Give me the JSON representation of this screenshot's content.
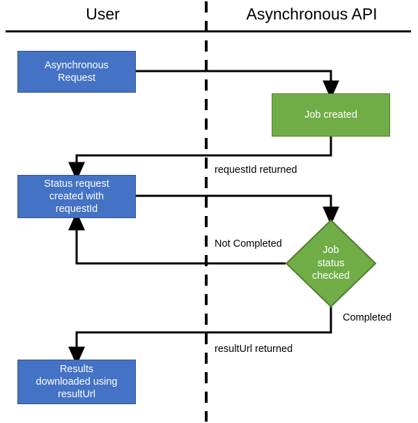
{
  "diagram": {
    "title_bar": {
      "lanes": [
        {
          "id": "user",
          "label": "User"
        },
        {
          "id": "api",
          "label": "Asynchronous API"
        }
      ]
    },
    "colors": {
      "user_node_fill": "#4472C4",
      "user_node_stroke": "#2F528F",
      "api_node_fill": "#70AD47",
      "api_node_stroke": "#507E32",
      "connector": "#000000",
      "lane_divider": "#000000",
      "background": "#FFFFFF",
      "node_text": "#FFFFFF",
      "label_text": "#000000"
    },
    "nodes": [
      {
        "id": "async-request",
        "lane": "user",
        "shape": "rect",
        "label": "Asynchronous\nRequest",
        "line1": "Asynchronous",
        "line2": "Request"
      },
      {
        "id": "job-created",
        "lane": "api",
        "shape": "rect",
        "label": "Job created",
        "line1": "Job created"
      },
      {
        "id": "status-request",
        "lane": "user",
        "shape": "rect",
        "label": "Status request created with requestId",
        "line1": "Status request",
        "line2": "created with",
        "line3": "requestId"
      },
      {
        "id": "job-status-checked",
        "lane": "api",
        "shape": "diamond",
        "label": "Job status checked",
        "line1": "Job",
        "line2": "status",
        "line3": "checked"
      },
      {
        "id": "results-downloaded",
        "lane": "user",
        "shape": "rect",
        "label": "Results downloaded using resultUrl",
        "line1": "Results",
        "line2": "downloaded using",
        "line3": "resultUrl"
      }
    ],
    "edges": [
      {
        "id": "request-to-job",
        "from": "async-request",
        "to": "job-created",
        "label": ""
      },
      {
        "id": "job-to-status",
        "from": "job-created",
        "to": "status-request",
        "label": "requestId returned"
      },
      {
        "id": "status-to-check",
        "from": "status-request",
        "to": "job-status-checked",
        "label": ""
      },
      {
        "id": "check-not-completed",
        "from": "job-status-checked",
        "to": "status-request",
        "label": "Not Completed"
      },
      {
        "id": "check-completed",
        "from": "job-status-checked",
        "to": "results-downloaded",
        "label": "Completed"
      },
      {
        "id": "completed-to-results",
        "from": "job-status-checked",
        "to": "results-downloaded",
        "label": "resultUrl returned"
      }
    ]
  }
}
